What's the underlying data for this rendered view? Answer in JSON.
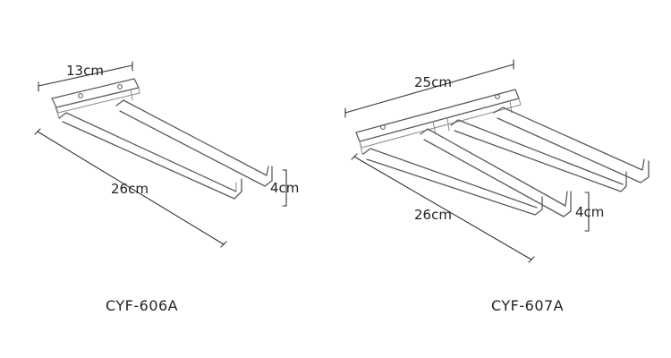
{
  "products": [
    {
      "model": "CYF-606A",
      "width_label": "13cm",
      "length_label": "26cm",
      "height_label": "4cm"
    },
    {
      "model": "CYF-607A",
      "width_label": "25cm",
      "length_label": "26cm",
      "height_label": "4cm"
    }
  ],
  "colors": {
    "wire": "#5a5a5a",
    "dimension_line": "#333333",
    "text": "#222222",
    "background": "#ffffff"
  }
}
